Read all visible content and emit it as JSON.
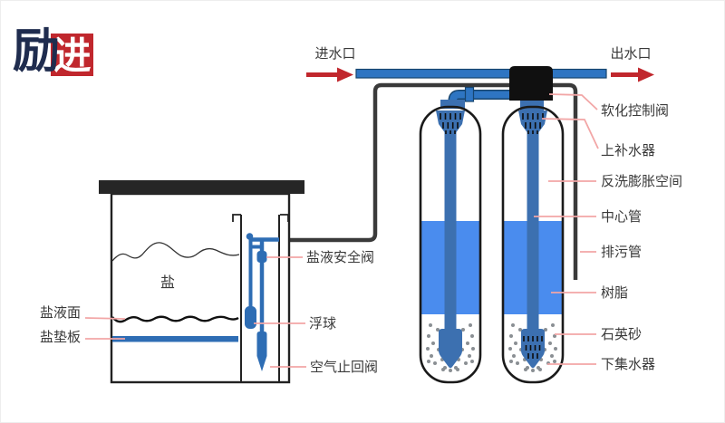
{
  "logo": {
    "first_char": "励",
    "second_char": "进"
  },
  "flow": {
    "inlet": "进水口",
    "outlet": "出水口"
  },
  "component_labels": {
    "softener_valve": "软化控制阀",
    "upper_distributor": "上补水器",
    "backwash_space": "反洗膨胀空间",
    "center_tube": "中心管",
    "drain_pipe": "排污管",
    "resin": "树脂",
    "quartz_sand": "石英砂",
    "lower_collector": "下集水器",
    "brine_safety_valve": "盐液安全阀",
    "float_ball": "浮球",
    "air_check_valve": "空气止回阀",
    "salt": "盐",
    "brine_level": "盐液面",
    "salt_plate": "盐垫板"
  },
  "colors": {
    "pipe_blue": "#2e75c2",
    "pipe_outline": "#17456e",
    "resin_blue": "#4a8cee",
    "tube_blue": "#3c70b0",
    "brine_blue": "#2e6db4",
    "valve_black": "#101010",
    "dark_pipe": "#3a3a3a",
    "arrow_red": "#c1272d",
    "leader_pink": "#f2a6a6",
    "sand_gray": "#8a8f93",
    "logo_navy": "#1f2c4e",
    "logo_red": "#c0272d"
  }
}
